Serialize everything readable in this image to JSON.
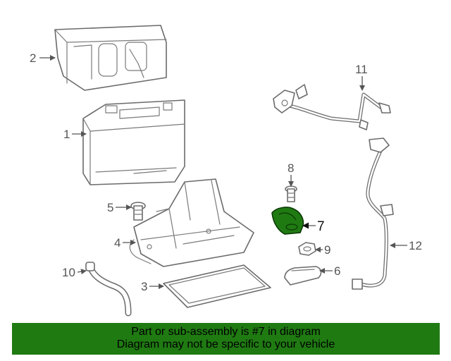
{
  "diagram": {
    "highlight_color": "#1f7a12",
    "callouts": [
      "1",
      "2",
      "3",
      "4",
      "5",
      "6",
      "7",
      "8",
      "9",
      "10",
      "11",
      "12"
    ],
    "highlighted_part": "7"
  },
  "banner": {
    "line1": "Part or sub-assembly is #7 in diagram",
    "line2": "Diagram may not be specific to your vehicle",
    "background": "#1f7a12"
  }
}
